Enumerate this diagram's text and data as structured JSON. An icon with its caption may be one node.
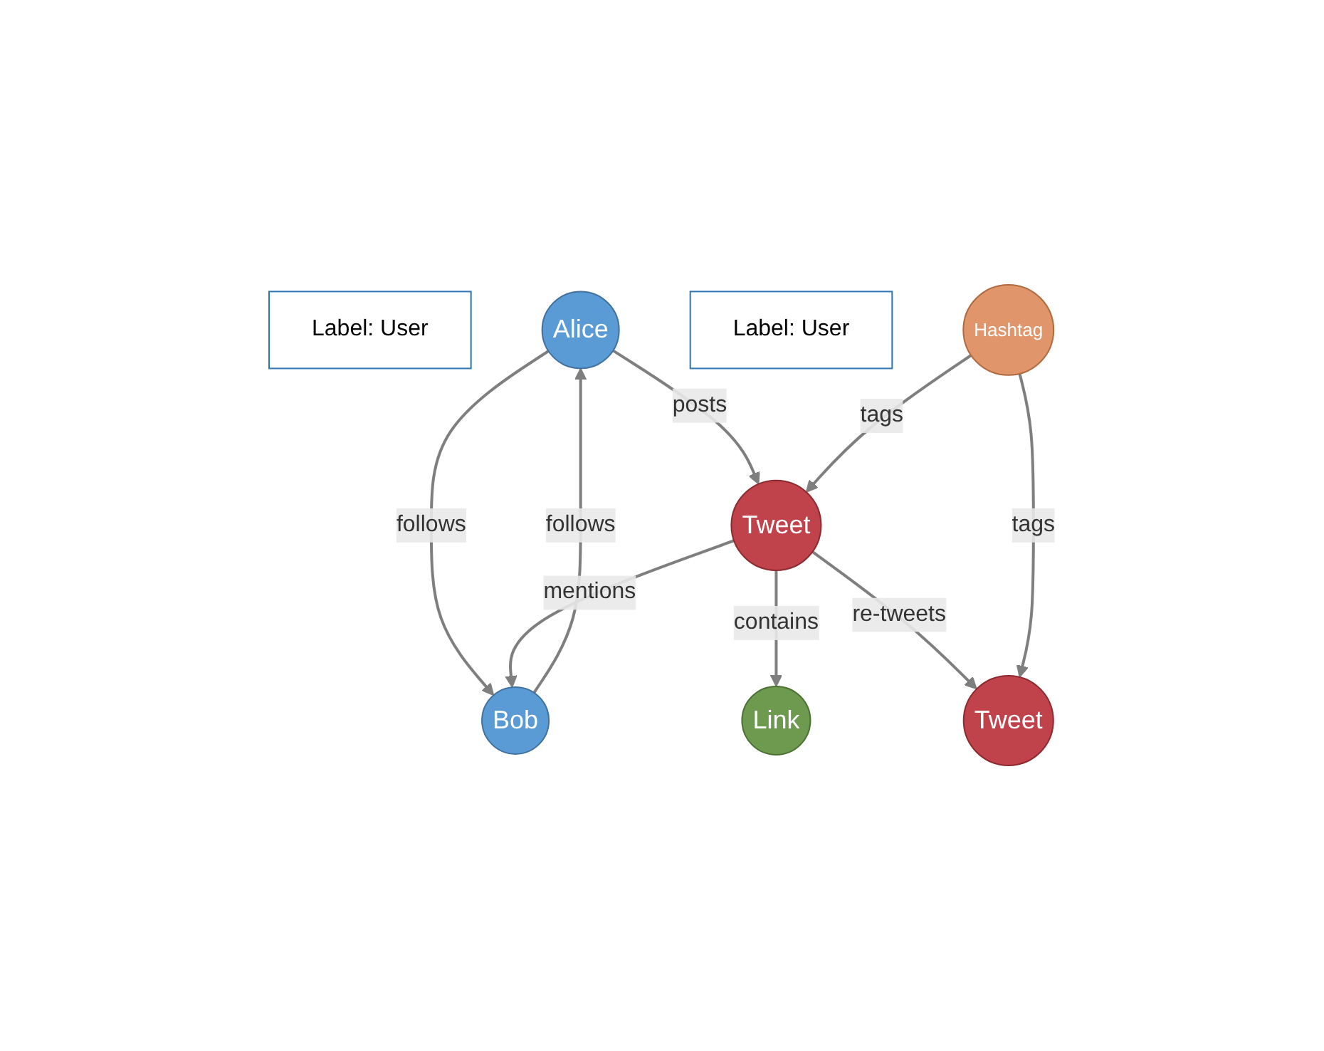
{
  "diagram": {
    "nodes": [
      {
        "text": [
          "Label: User"
        ]
      },
      {
        "text": [
          "Alice"
        ]
      },
      {
        "text": [
          "Label: User"
        ]
      },
      {
        "text": [
          "Bob"
        ]
      },
      {
        "text": [
          "Tweet"
        ]
      },
      {
        "text": [
          "Hashtag"
        ]
      },
      {
        "text": [
          "Link"
        ]
      },
      {
        "text": [
          "Tweet"
        ]
      }
    ],
    "edges": [
      {
        "from": 1,
        "to": 3,
        "arrow": "to",
        "label": "follows"
      },
      {
        "from": 3,
        "to": 1,
        "arrow": "to",
        "label": "follows"
      },
      {
        "from": 1,
        "to": 4,
        "arrow": "to",
        "label": "posts"
      },
      {
        "from": 4,
        "to": 3,
        "arrow": "to",
        "label": "mentions"
      },
      {
        "from": 5,
        "to": 4,
        "arrow": "to",
        "label": "tags"
      },
      {
        "from": 4,
        "to": 6,
        "arrow": "to",
        "label": "contains"
      },
      {
        "from": 4,
        "to": 7,
        "arrow": "to",
        "label": "re-tweets"
      },
      {
        "from": 5,
        "to": 7,
        "arrow": "to",
        "label": "tags"
      }
    ]
  }
}
